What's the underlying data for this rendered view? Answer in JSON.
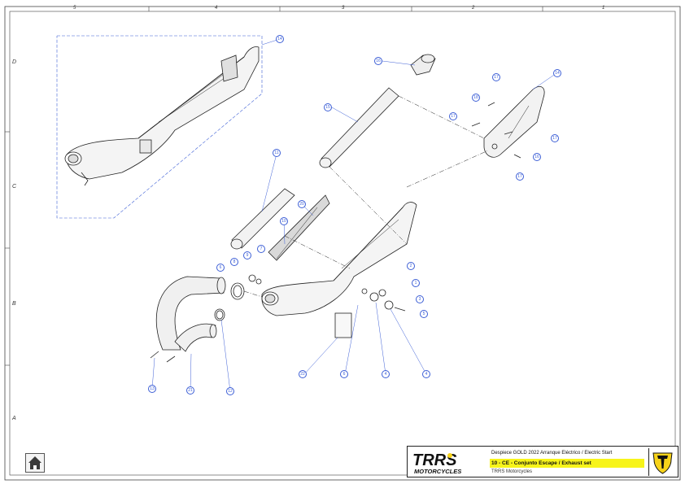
{
  "zones": {
    "columns": [
      "5",
      "4",
      "3",
      "2",
      "1"
    ],
    "rows": [
      "D",
      "C",
      "B",
      "A"
    ]
  },
  "callouts": [
    "14",
    "16",
    "15",
    "14",
    "17",
    "18",
    "17",
    "17",
    "16",
    "17",
    "11",
    "20",
    "10",
    "7",
    "9",
    "8",
    "6",
    "2",
    "1",
    "3",
    "5",
    "4",
    "22",
    "6",
    "4",
    "4",
    "13",
    "21",
    "12"
  ],
  "title_block": {
    "logo_text": "TRRS",
    "logo_sub": "MOTORCYCLES",
    "description": "Despiece GOLD 2022 Arranque Eléctrico / Electric Start",
    "title": "10 - CE - Conjunto Escape / Exhaust set",
    "brand": "TRRS Motorcycles"
  },
  "icons": {
    "home": "home-icon",
    "badge": "trrs-shield-icon"
  },
  "colors": {
    "callout": "#3d5fd6",
    "title_highlight": "#f7f41a",
    "logo_accent": "#f7d31a"
  }
}
